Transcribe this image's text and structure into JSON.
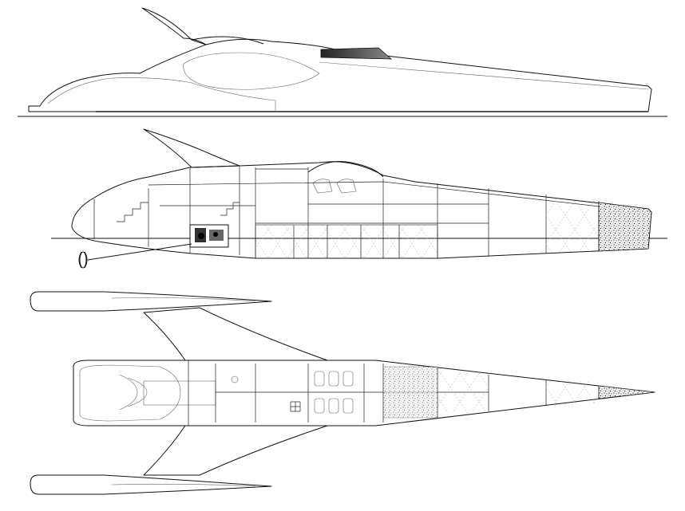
{
  "drawing": {
    "views": [
      {
        "id": "side-elevation"
      },
      {
        "id": "inboard-profile"
      },
      {
        "id": "plan-view"
      }
    ],
    "colors": {
      "line": "#111111",
      "background": "#ffffff",
      "window": "#555555",
      "speckle": "#333333"
    }
  }
}
